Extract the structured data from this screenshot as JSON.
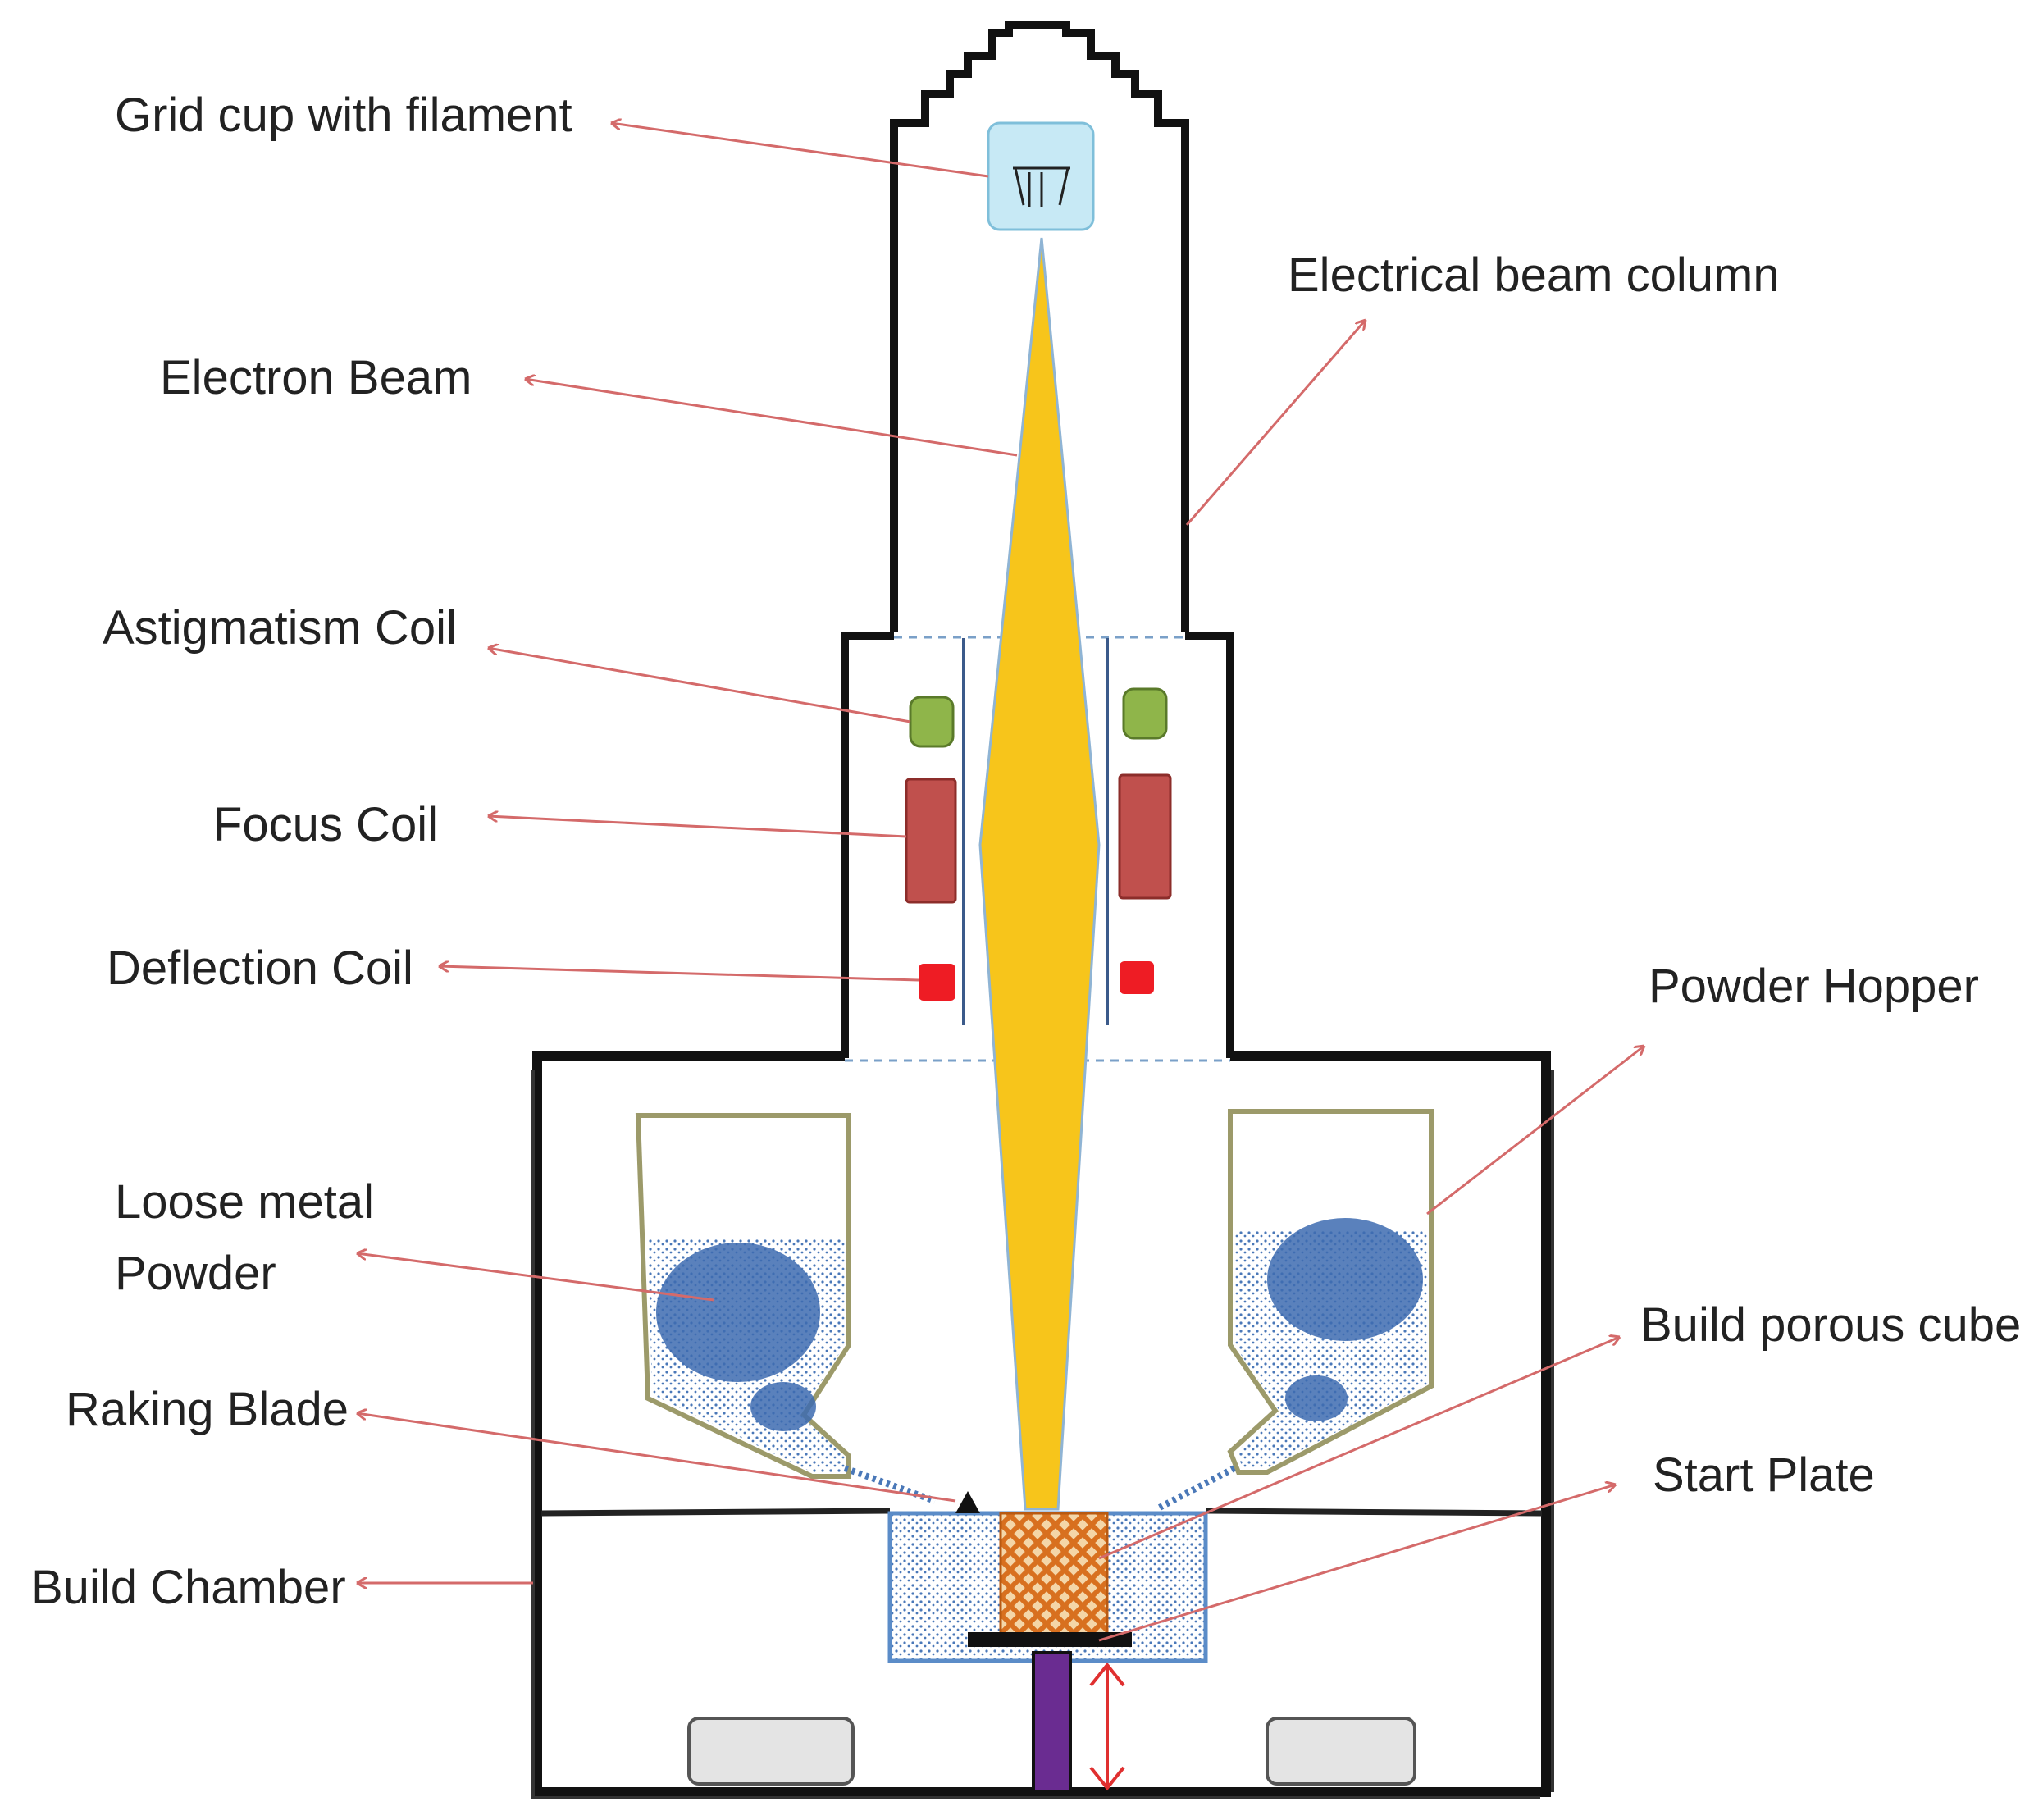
{
  "labels": {
    "grid_cup": "Grid cup with  filament",
    "electron_beam": "Electron Beam",
    "astigmatism_coil": "Astigmatism Coil",
    "focus_coil": "Focus Coil",
    "deflection_coil": "Deflection Coil",
    "loose_powder_line1": "Loose metal",
    "loose_powder_line2": "Powder",
    "raking_blade": "Raking Blade",
    "build_chamber": "Build Chamber",
    "beam_column": "Electrical beam column",
    "powder_hopper": "Powder  Hopper",
    "porous_cube": "Build porous  cube",
    "start_plate": "Start  Plate"
  },
  "colors": {
    "outline": "#111111",
    "beam": "#f7c51b",
    "arrow": "#d46a6a",
    "astigmatism_coil": "#8fb54a",
    "focus_coil": "#c0504d",
    "deflection_coil": "#ee1c24",
    "powder": "#3d6bb0",
    "hopper_edge": "#9c9a6a",
    "grid_cup": "#c7e9f5",
    "cube": "#e07b2a",
    "piston": "#6a2c91",
    "bumper": "#e4e4e4"
  }
}
